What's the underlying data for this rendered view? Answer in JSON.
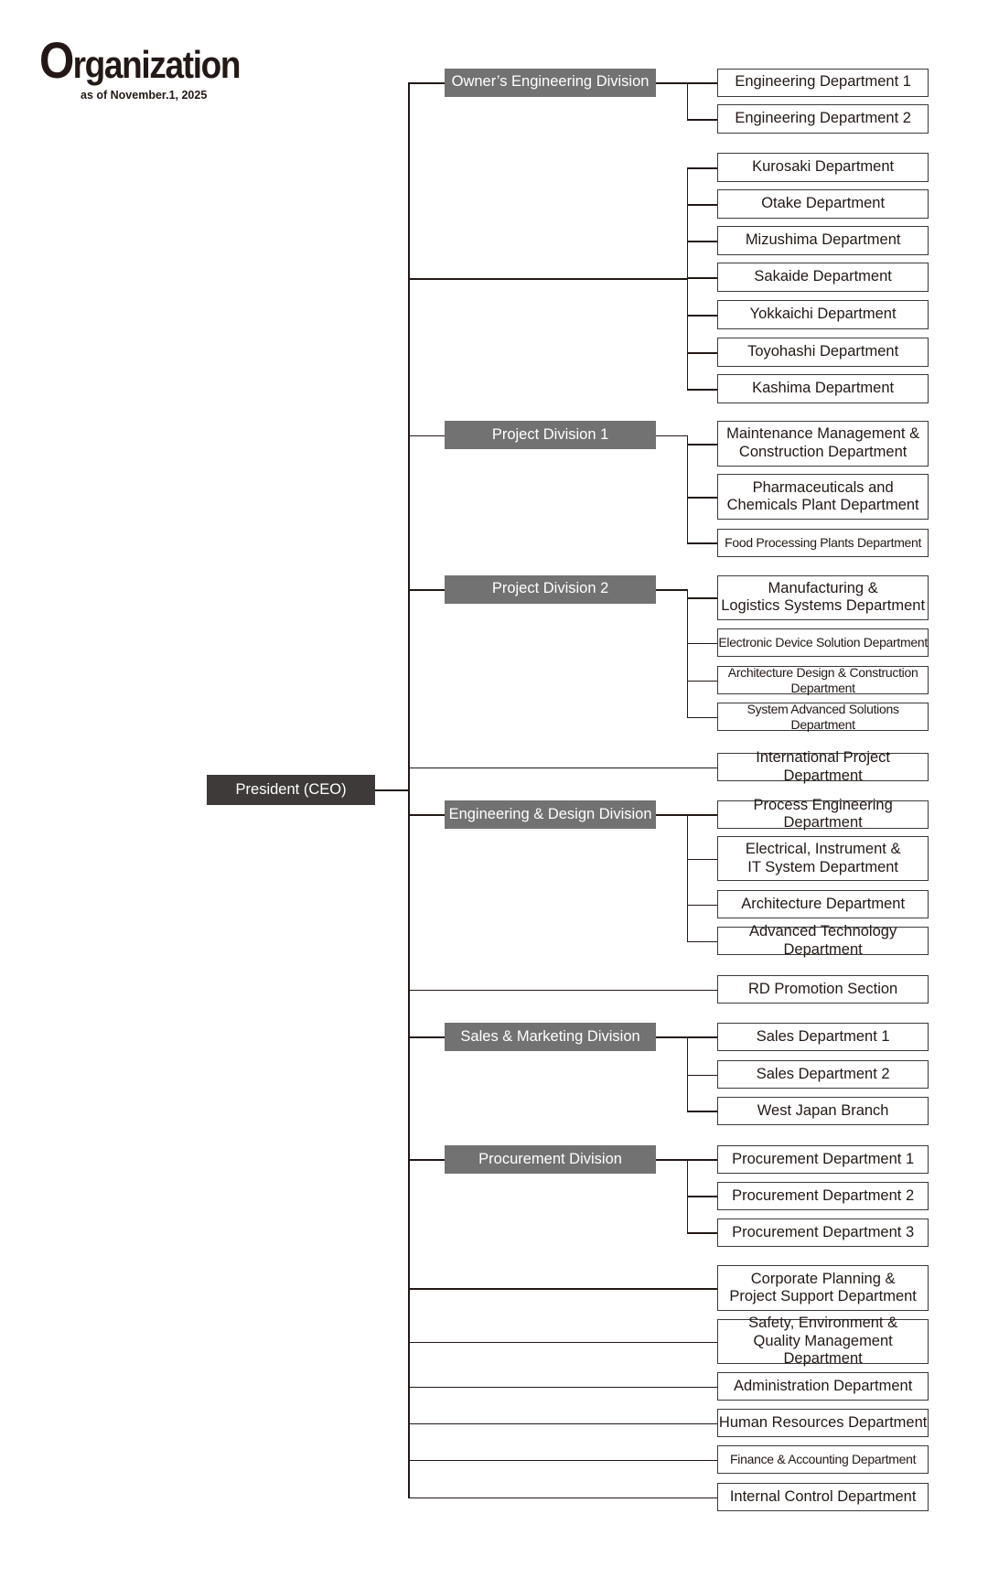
{
  "header": {
    "title_first": "O",
    "title_rest": "rganization",
    "as_of": "as of November.1, 2025"
  },
  "president": "President (CEO)",
  "divisions": [
    {
      "label": "Owner’s Engineering Division",
      "departments": [
        "Engineering Department 1",
        "Engineering Department 2"
      ]
    },
    {
      "label": "",
      "departments": [
        "Kurosaki Department",
        "Otake Department",
        "Mizushima Department",
        "Sakaide Department",
        "Yokkaichi Department",
        "Toyohashi Department",
        "Kashima Department"
      ]
    },
    {
      "label": "Project Division 1",
      "departments": [
        "Maintenance Management &\nConstruction Department",
        "Pharmaceuticals and\nChemicals Plant Department",
        "Food Processing Plants Department"
      ]
    },
    {
      "label": "Project Division 2",
      "departments": [
        "Manufacturing &\nLogistics Systems Department",
        "Electronic Device Solution Department",
        "Architecture Design & Construction Department",
        "System Advanced Solutions Department"
      ]
    },
    {
      "label": "",
      "departments": [
        "International Project Department"
      ]
    },
    {
      "label": "Engineering & Design Division",
      "departments": [
        "Process Engineering Department",
        "Electrical, Instrument &\nIT System Department",
        "Architecture Department",
        "Advanced Technology Department"
      ]
    },
    {
      "label": "",
      "departments": [
        "RD Promotion Section"
      ]
    },
    {
      "label": "Sales & Marketing Division",
      "departments": [
        "Sales Department 1",
        "Sales Department 2",
        "West Japan Branch"
      ]
    },
    {
      "label": "Procurement Division",
      "departments": [
        "Procurement Department 1",
        "Procurement Department 2",
        "Procurement Department 3"
      ]
    },
    {
      "label": "",
      "departments": [
        "Corporate Planning &\nProject Support Department"
      ]
    },
    {
      "label": "",
      "departments": [
        "Safety, Environment &\nQuality Management Department"
      ]
    },
    {
      "label": "",
      "departments": [
        "Administration Department"
      ]
    },
    {
      "label": "",
      "departments": [
        "Human Resources Department"
      ]
    },
    {
      "label": "",
      "departments": [
        "Finance & Accounting Department"
      ]
    },
    {
      "label": "",
      "departments": [
        "Internal Control Department"
      ]
    }
  ],
  "colors": {
    "president_fill": "#3e3a39",
    "division_fill": "#727272",
    "line": "#231815",
    "department_border": "#3a3a3a"
  }
}
